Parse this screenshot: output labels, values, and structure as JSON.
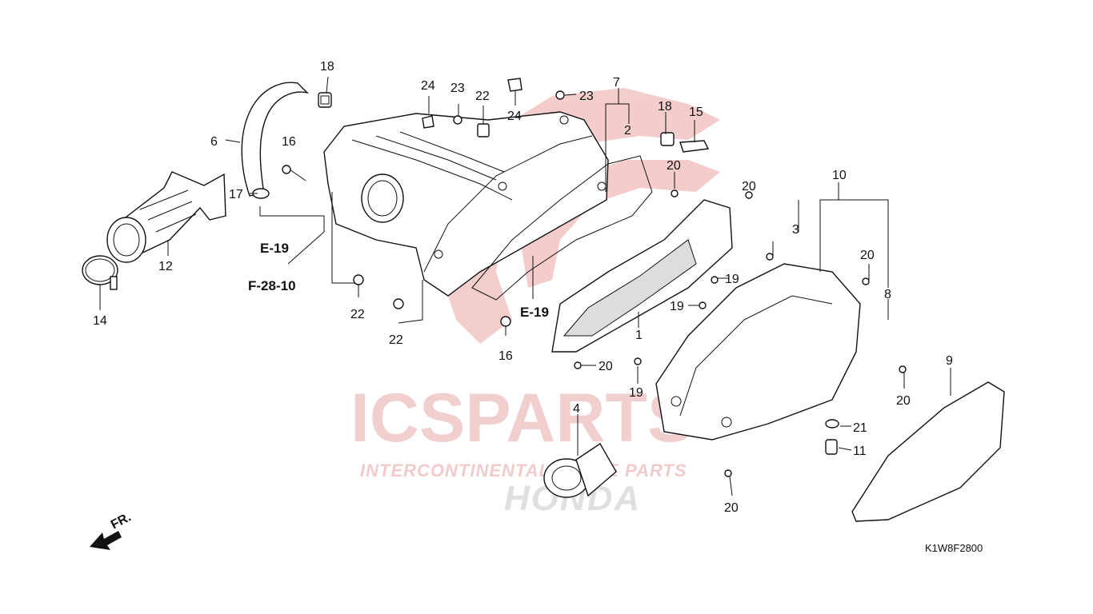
{
  "diagram": {
    "code": "K1W8F2800",
    "front_label": "FR.",
    "watermark": {
      "brand": "ICSPARTS",
      "tagline": "INTERCONTINENTAL SPARE PARTS",
      "oem": "HONDA"
    },
    "refs": {
      "e19_a": "E-19",
      "f2810": "F-28-10",
      "e19_b": "E-19"
    },
    "callouts": [
      "18",
      "6",
      "16",
      "17",
      "12",
      "14",
      "22",
      "22",
      "24",
      "23",
      "22",
      "24",
      "23",
      "16",
      "7",
      "2",
      "18",
      "15",
      "20",
      "20",
      "1",
      "20",
      "19",
      "19",
      "19",
      "10",
      "3",
      "20",
      "8",
      "4",
      "20",
      "9",
      "20",
      "21",
      "11"
    ]
  }
}
